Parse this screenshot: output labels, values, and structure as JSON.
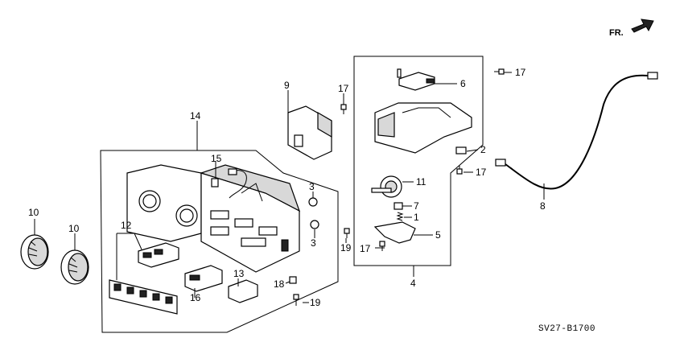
{
  "diagram": {
    "direction_label": "FR.",
    "diagram_code": "SV27-B1700",
    "callouts": {
      "c1": "1",
      "c2": "2",
      "c3a": "3",
      "c3b": "3",
      "c4": "4",
      "c5": "5",
      "c6": "6",
      "c7": "7",
      "c8": "8",
      "c9": "9",
      "c10a": "10",
      "c10b": "10",
      "c11": "11",
      "c12": "12",
      "c13": "13",
      "c14": "14",
      "c15": "15",
      "c16": "16",
      "c17a": "17",
      "c17b": "17",
      "c17c": "17",
      "c17d": "17",
      "c18": "18",
      "c19a": "19",
      "c19b": "19"
    }
  }
}
